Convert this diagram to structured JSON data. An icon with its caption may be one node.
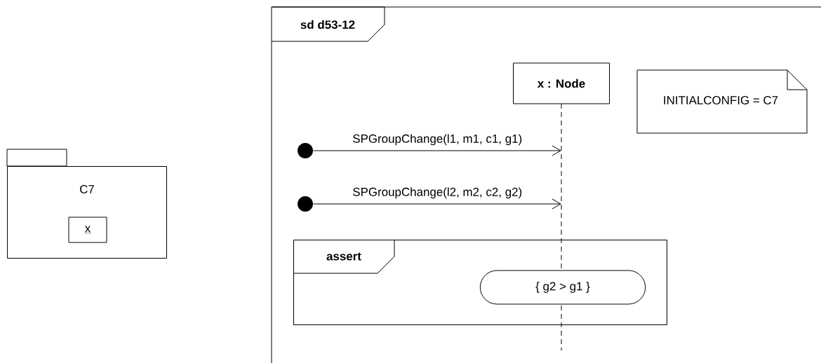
{
  "diagram": {
    "nodes": [
      {
        "text": [
          "C7"
        ]
      },
      {
        "text": [
          "x"
        ],
        "in": 0
      },
      {
        "text": [
          "sd d53-12"
        ]
      },
      {
        "text": [
          "INITIALCONFIG = C7"
        ],
        "in": 2
      },
      {
        "text": [
          "x : Node"
        ],
        "in": 2
      },
      {
        "text": [],
        "shape": "circle",
        "in": 2
      },
      {
        "text": [],
        "shape": "circle",
        "in": 2
      },
      {
        "text": [
          "assert"
        ],
        "in": 2
      },
      {
        "text": [
          "{ g2 > g1 }"
        ],
        "in": 7
      }
    ],
    "edges": [
      {
        "from": 5,
        "to": 4,
        "arrow": "to",
        "label": "SPGroupChange(l1, m1, c1, g1)"
      },
      {
        "from": 6,
        "to": 4,
        "arrow": "to",
        "label": "SPGroupChange(l2, m2, c2, g2)"
      }
    ]
  }
}
